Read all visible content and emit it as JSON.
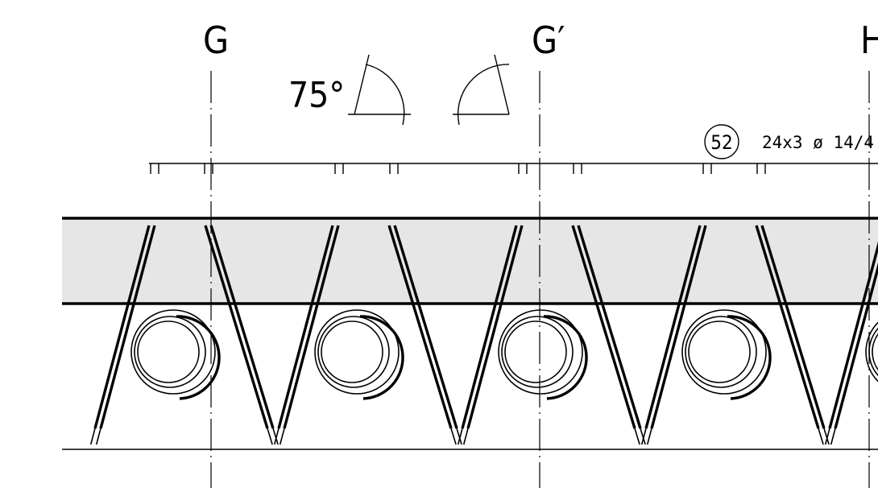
{
  "axes": [
    {
      "id": "G",
      "label": "G"
    },
    {
      "id": "G-prime",
      "label": "G′"
    },
    {
      "id": "H",
      "label": "H"
    }
  ],
  "angle": {
    "label": "75°"
  },
  "rebar": {
    "position_mark": "52",
    "spec": "24x3 ø 14/4"
  },
  "colors": {
    "line": "#000000",
    "slab_fill": "#e6e6e6",
    "background": "#ffffff"
  }
}
